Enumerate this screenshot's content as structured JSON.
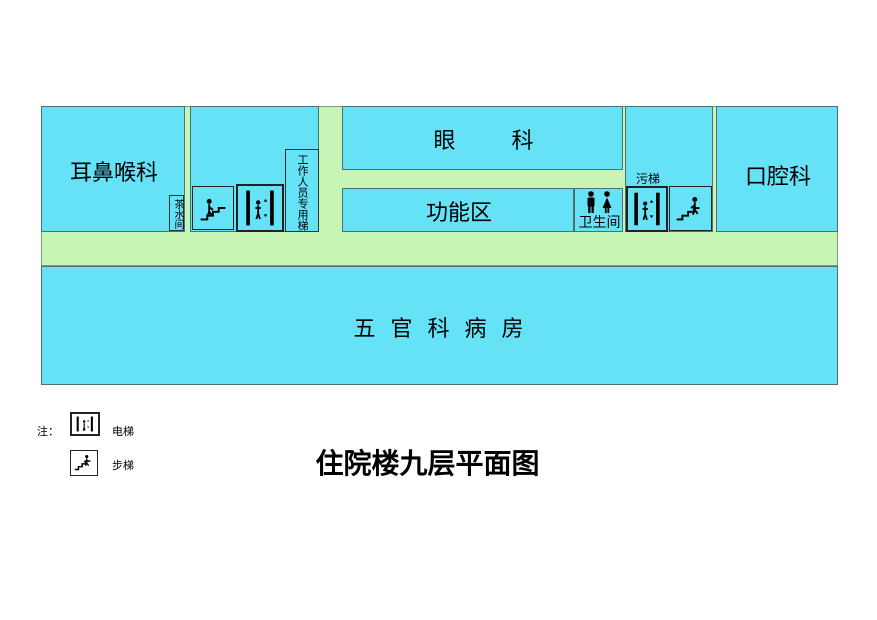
{
  "colors": {
    "room": "#66e2f6",
    "corridor": "#c7f5b5"
  },
  "rooms": {
    "ent": "耳鼻喉科",
    "tea": "茶水间",
    "staff_stairs": "工作人员专用梯",
    "eye": "眼        科",
    "function": "功能区",
    "toilet": "卫生间",
    "dirty_lift": "污梯",
    "oral": "口腔科",
    "ward": "五 官 科 病 房"
  },
  "icons": {
    "elevator": "elevator-icon",
    "stairs": "stairs-icon",
    "toilet": "toilet-icon"
  },
  "legend": {
    "note": "注：",
    "elevator": "电梯",
    "stairs": "步梯"
  },
  "title": "住院楼九层平面图"
}
